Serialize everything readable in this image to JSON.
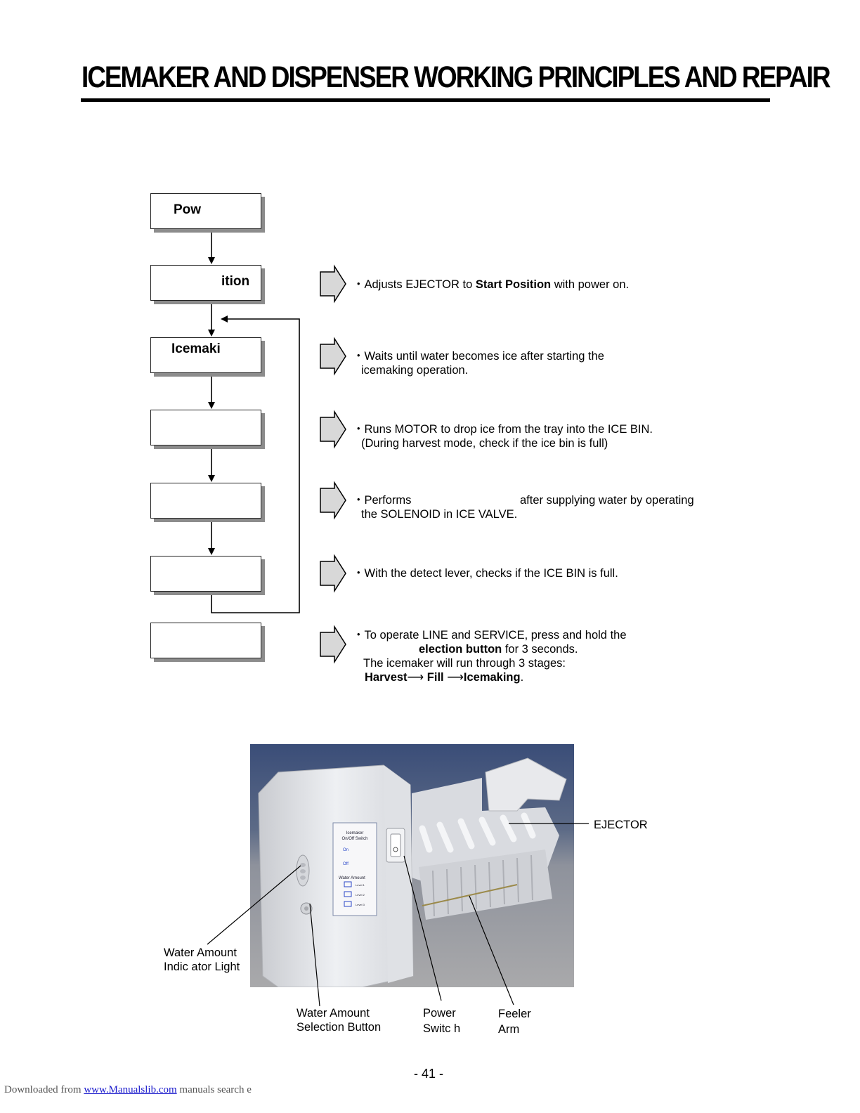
{
  "page": {
    "title": "ICEMAKER AND DISPENSER WORKING PRINCIPLES AND REPAIR",
    "page_number": "- 41 -"
  },
  "flowchart": {
    "boxes": [
      {
        "label": "Pow"
      },
      {
        "label": "ition"
      },
      {
        "label": "Icemaki"
      },
      {
        "label": ""
      },
      {
        "label": ""
      },
      {
        "label": ""
      },
      {
        "label": ""
      }
    ],
    "descriptions": {
      "d1": {
        "bullet": "・",
        "pre": "Adjusts EJECTOR to ",
        "bold": "Start Position",
        "post": " with power on."
      },
      "d2": {
        "bullet": "・",
        "line1": "Waits until water becomes ice after starting the",
        "line2": "icemaking operation."
      },
      "d3": {
        "bullet": "・",
        "line1": "Runs MOTOR to drop ice from the tray into the ICE BIN.",
        "line2": "(During harvest mode, check if the ice bin is full)"
      },
      "d4": {
        "bullet": "・",
        "line1a": "Performs",
        "line1b": "after supplying water by operating",
        "line2": "the SOLENOID in ICE VALVE."
      },
      "d5": {
        "bullet": "・",
        "line1": "With the detect lever, checks if the ICE BIN is full."
      },
      "d6": {
        "bullet": "・",
        "line1": "To operate LINE and SERVICE, press and hold the",
        "line2_bold": "election button",
        "line2_post": " for 3 seconds.",
        "line3": "The icemaker will run through 3 stages:",
        "stage1": "Harvest",
        "stage2": "Fill",
        "stage3": "Icemaking",
        "stage_end": ".",
        "arrow": "⟶"
      }
    }
  },
  "photo": {
    "panel_text": {
      "title1": "Icemaker",
      "title2": "On/Off Switch",
      "on": "On",
      "off": "Off",
      "water": "Water Amount",
      "level1": "Level 1",
      "level2": "Level 2",
      "level3": "Level 3"
    },
    "callouts": {
      "ejector": "EJECTOR",
      "water_light_1": "Water Amount",
      "water_light_2": "Indic ator  Light",
      "water_button_1": "Water Amount",
      "water_button_2": "Selection Button",
      "power_1": "Power",
      "power_2": "Switc h",
      "feeler_1": "Feeler",
      "feeler_2": "Arm"
    }
  },
  "footer": {
    "prefix": "Downloaded from ",
    "link": "www.Manualslib.com",
    "suffix": "  manuals search e"
  }
}
